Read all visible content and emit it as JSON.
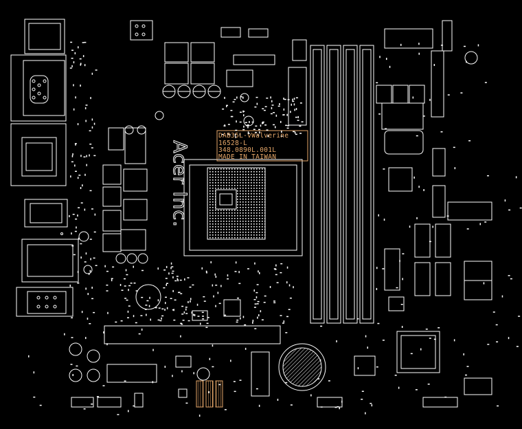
{
  "board": {
    "model_label": "DAB35L-vWalverine",
    "revision_label": "16528-L",
    "part_label": "348.0890L.001L",
    "origin_label": "MADE IN TAIWAN",
    "brand_label": "Acer Inc."
  },
  "colors": {
    "background": "#000000",
    "outline": "#ffffff",
    "highlight": "#e7a86a"
  }
}
